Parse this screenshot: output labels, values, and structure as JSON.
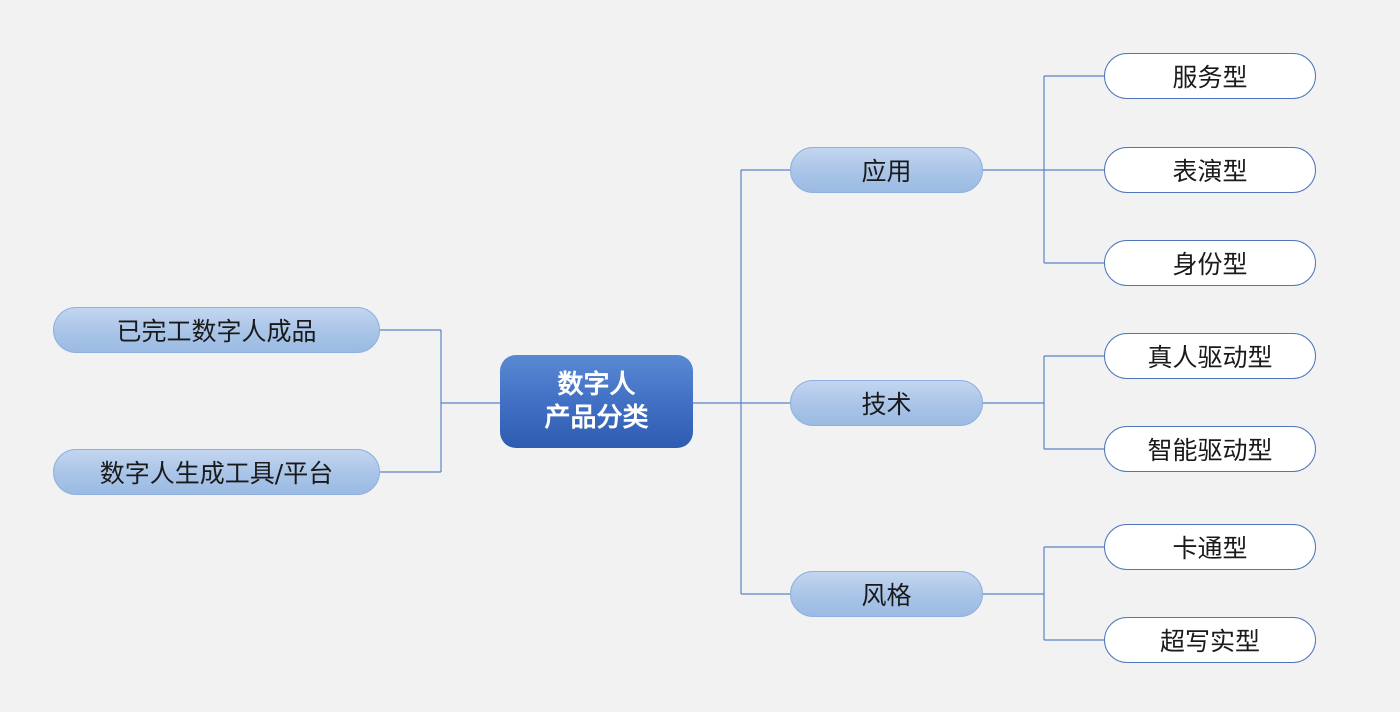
{
  "center": {
    "line1": "数字人",
    "line2": "产品分类"
  },
  "left_branches": [
    {
      "label": "已完工数字人成品"
    },
    {
      "label": "数字人生成工具/平台"
    }
  ],
  "right_branches": [
    {
      "label": "应用",
      "children": [
        {
          "label": "服务型"
        },
        {
          "label": "表演型"
        },
        {
          "label": "身份型"
        }
      ]
    },
    {
      "label": "技术",
      "children": [
        {
          "label": "真人驱动型"
        },
        {
          "label": "智能驱动型"
        }
      ]
    },
    {
      "label": "风格",
      "children": [
        {
          "label": "卡通型"
        },
        {
          "label": "超写实型"
        }
      ]
    }
  ],
  "colors": {
    "background": "#f2f2f2",
    "connector": "#5b84c6",
    "center_fill": "#3f6ec3",
    "branch_fill": "#a9c4e8",
    "leaf_border": "#4f76b8"
  }
}
